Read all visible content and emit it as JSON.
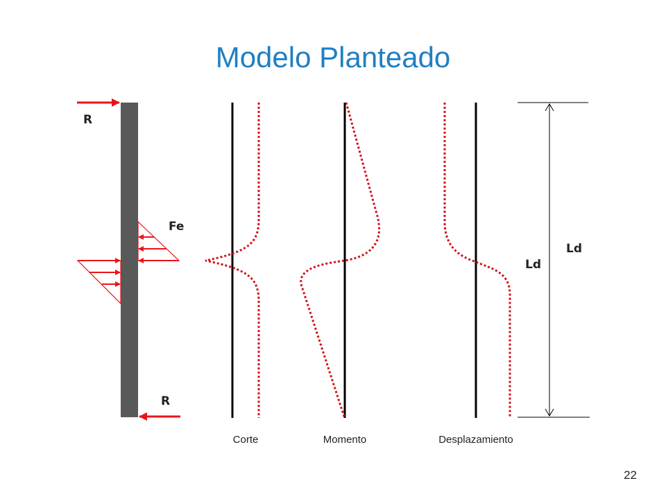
{
  "slide": {
    "title": "Modelo Planteado",
    "page_number": "22"
  },
  "labels": {
    "top_reaction": "R",
    "bottom_reaction": "R",
    "earth_force": "Fe",
    "length_inner": "Ld",
    "length_outer": "Ld"
  },
  "captions": {
    "shear": "Corte",
    "moment": "Momento",
    "displacement": "Desplazamiento"
  },
  "colors": {
    "title": "#1F7FC2",
    "pile": "#595959",
    "force": "#E8141B",
    "curve": "#D0141B",
    "axis": "#000000"
  }
}
